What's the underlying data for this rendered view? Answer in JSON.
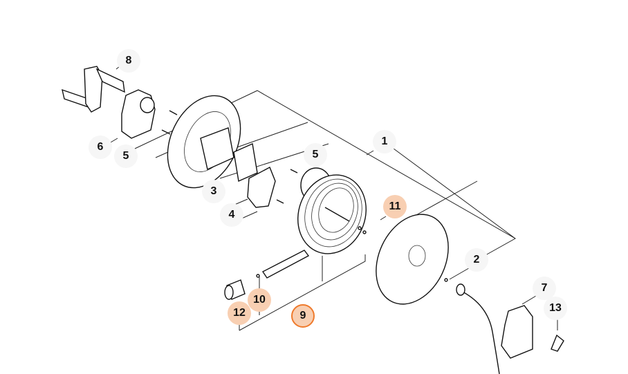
{
  "diagram": {
    "title": "Hose reel assembly exploded view",
    "colors": {
      "highlight": "#f8cfb2",
      "selected_border": "#ef7a2c",
      "line": "#222222"
    },
    "callouts": [
      {
        "id": "c1",
        "label": "1",
        "state": "normal"
      },
      {
        "id": "c2",
        "label": "2",
        "state": "normal"
      },
      {
        "id": "c3",
        "label": "3",
        "state": "normal"
      },
      {
        "id": "c4",
        "label": "4",
        "state": "normal"
      },
      {
        "id": "c5a",
        "label": "5",
        "state": "normal"
      },
      {
        "id": "c5b",
        "label": "5",
        "state": "normal"
      },
      {
        "id": "c6",
        "label": "6",
        "state": "normal"
      },
      {
        "id": "c7",
        "label": "7",
        "state": "normal"
      },
      {
        "id": "c8",
        "label": "8",
        "state": "normal"
      },
      {
        "id": "c9",
        "label": "9",
        "state": "selected"
      },
      {
        "id": "c10",
        "label": "10",
        "state": "highlighted"
      },
      {
        "id": "c11",
        "label": "11",
        "state": "highlighted"
      },
      {
        "id": "c12",
        "label": "12",
        "state": "highlighted"
      },
      {
        "id": "c13",
        "label": "13",
        "state": "normal"
      }
    ]
  }
}
